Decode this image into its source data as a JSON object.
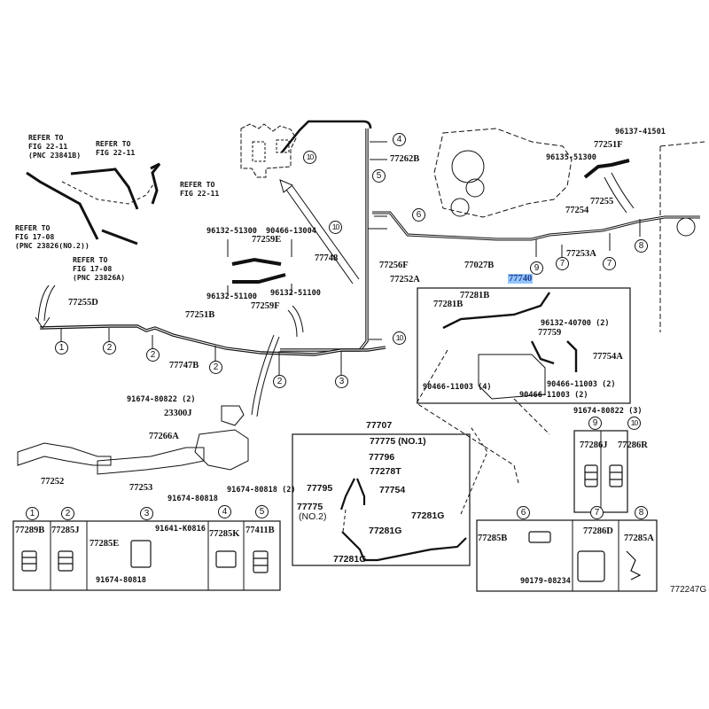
{
  "diagram": {
    "figure_code": "772247G",
    "highlighted_part": "77740",
    "references": [
      {
        "id": "ref-1",
        "lines": [
          "REFER TO",
          "FIG 22-11",
          "(PNC 23841B)"
        ]
      },
      {
        "id": "ref-2",
        "lines": [
          "REFER TO",
          "FIG 22-11"
        ]
      },
      {
        "id": "ref-3",
        "lines": [
          "REFER TO",
          "FIG 22-11"
        ]
      },
      {
        "id": "ref-4",
        "lines": [
          "REFER TO",
          "FIG 17-08",
          "(PNC 23826(NO.2))"
        ]
      },
      {
        "id": "ref-5",
        "lines": [
          "REFER TO",
          "FIG 17-08",
          "(PNC 23826A)"
        ]
      }
    ],
    "parts": {
      "p77262B": "77262B",
      "p77748": "77748",
      "p77256F": "77256F",
      "p77252A": "77252A",
      "p77027B": "77027B",
      "p77254": "77254",
      "p77255": "77255",
      "p77253A": "77253A",
      "p77251F": "77251F",
      "p96135_51300": "96135-51300",
      "p96137_41501": "96137-41501",
      "p96132_51300": "96132-51300",
      "p90466_13004": "90466-13004",
      "p77259E": "77259E",
      "p96132_51100a": "96132-51100",
      "p96132_51100b": "96132-51100",
      "p77259F": "77259F",
      "p77255D": "77255D",
      "p77251B": "77251B",
      "p77747B": "77747B",
      "p91674_80822_2": "91674-80822 (2)",
      "p23300J": "23300J",
      "p77266A": "77266A",
      "p77252": "77252",
      "p77253": "77253",
      "p91674_80818": "91674-80818",
      "p91674_80818_2": "91674-80818 (2)",
      "p77740": "77740",
      "p77281B_a": "77281B",
      "p77281B_b": "77281B",
      "p96132_40700_2": "96132-40700 (2)",
      "p77759": "77759",
      "p77754A": "77754A",
      "p90466_11003_4": "90466-11003 (4)",
      "p90466_11003_2a": "90466-11003 (2)",
      "p90466_11003_2b": "90466-11003 (2)",
      "p91674_80822_3": "91674-80822 (3)",
      "p77707": "77707",
      "p77775_no1": "77775 (NO.1)",
      "p77796": "77796",
      "p77278T": "77278T",
      "p77795": "77795",
      "p77754": "77754",
      "p77775_no2a": "77775",
      "p77775_no2b": "(NO.2)",
      "p77281G_a": "77281G",
      "p77281G_b": "77281G",
      "p77281G_c": "77281G"
    },
    "callouts": [
      "1",
      "2",
      "3",
      "4",
      "5",
      "6",
      "7",
      "8",
      "9",
      "10"
    ],
    "clamp_tables": [
      {
        "callout": "1",
        "parts": [
          "77289B"
        ]
      },
      {
        "callout": "2",
        "parts": [
          "77285J"
        ]
      },
      {
        "callout": "3",
        "parts": [
          "77285E",
          "91641-K0816",
          "91674-80818"
        ]
      },
      {
        "callout": "4",
        "parts": [
          "77285K"
        ]
      },
      {
        "callout": "5",
        "parts": [
          "77411B"
        ]
      },
      {
        "callout": "6",
        "parts": [
          "77285B",
          "90179-08234"
        ]
      },
      {
        "callout": "7",
        "parts": [
          "77286D"
        ]
      },
      {
        "callout": "8",
        "parts": [
          "77285A"
        ]
      },
      {
        "callout": "9",
        "parts": [
          "77286J"
        ]
      },
      {
        "callout": "10",
        "parts": [
          "77286R"
        ]
      }
    ],
    "colors": {
      "line": "#111111",
      "highlight": "#93c5fd",
      "highlight_text": "#1e3a8a"
    }
  }
}
